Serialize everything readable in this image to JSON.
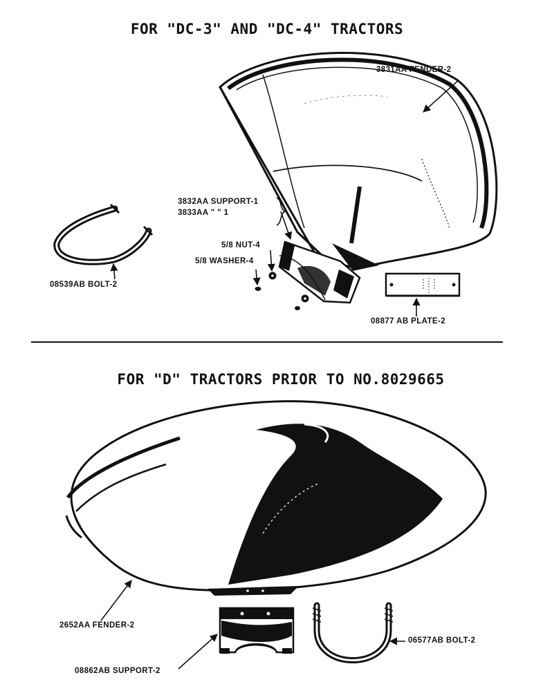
{
  "headings": {
    "top": "FOR \"DC-3\" AND \"DC-4\" TRACTORS",
    "bottom": "FOR \"D\" TRACTORS PRIOR TO NO.8029665"
  },
  "callouts": {
    "fender_dc": "3831AA FENDER-2",
    "support_1": "3832AA SUPPORT-1",
    "support_1b": "3833AA \" \" 1",
    "nut": "5/8 NUT-4",
    "washer": "5/8 WASHER-4",
    "bolt_dc": "08539AB BOLT-2",
    "plate": "08877 AB PLATE-2",
    "fender_d": "2652AA FENDER-2",
    "support_d": "08862AB SUPPORT-2",
    "bolt_d": "06577AB BOLT-2"
  }
}
